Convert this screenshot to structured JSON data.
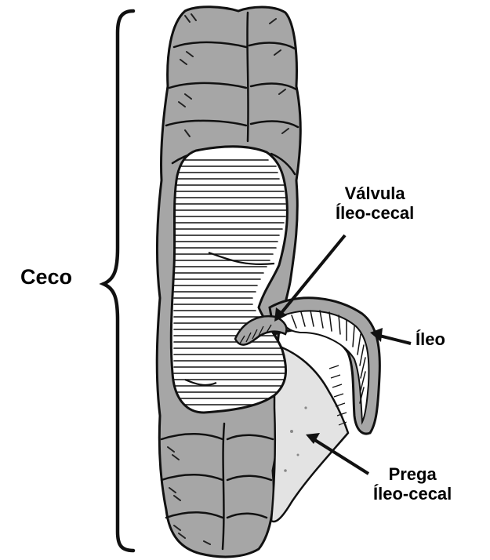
{
  "labels": {
    "ceco": "Ceco",
    "valvula_line1": "Válvula",
    "valvula_line2": "Íleo-cecal",
    "ileo": "Íleo",
    "prega_line1": "Prega",
    "prega_line2": "Íleo-cecal"
  },
  "colors": {
    "wall": "#a6a6a6",
    "fold": "#e3e3e3",
    "interior": "#ffffff",
    "ink": "#111111"
  }
}
